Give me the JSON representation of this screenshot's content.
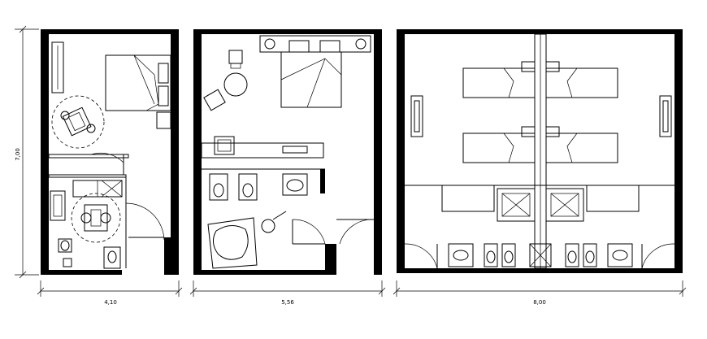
{
  "drawing": {
    "height_dimension": "7,00",
    "plans": [
      {
        "id": "plan-1",
        "width_dimension": "4,10"
      },
      {
        "id": "plan-2",
        "width_dimension": "5,56"
      },
      {
        "id": "plan-3",
        "width_dimension": "8,00"
      }
    ]
  }
}
